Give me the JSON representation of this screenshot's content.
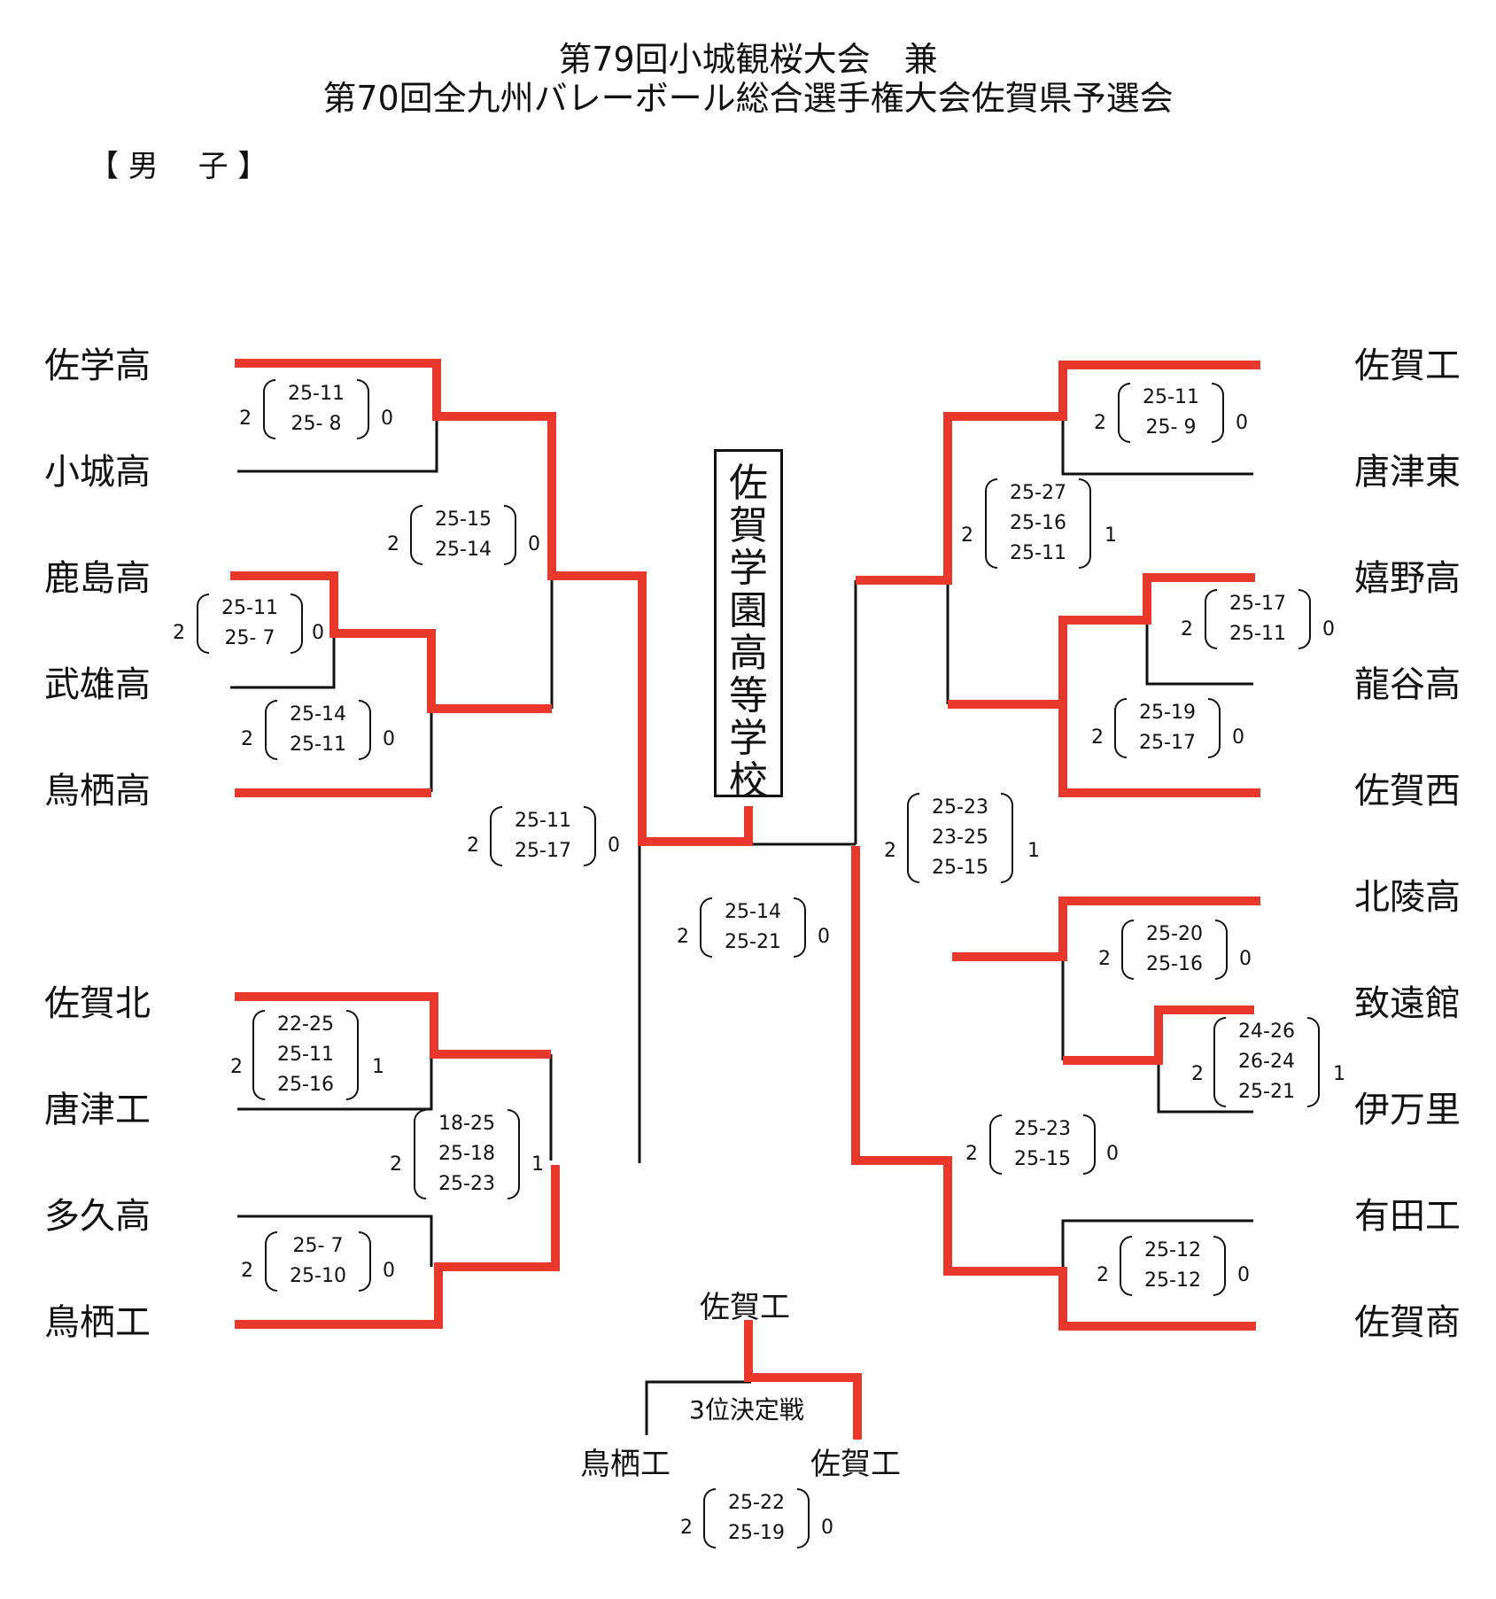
{
  "title_line1": "第79回小城観桜大会　兼",
  "title_line2": "第70回全九州バレーボール総合選手権大会佐賀県予選会",
  "section": "【 男　 子 】",
  "champion": [
    "佐",
    "賀",
    "学",
    "園",
    "高",
    "等",
    "学",
    "校"
  ],
  "teams_left": [
    "佐学高",
    "小城高",
    "鹿島高",
    "武雄高",
    "鳥栖高",
    "佐賀北",
    "唐津工",
    "多久高",
    "鳥栖工"
  ],
  "teams_right": [
    "佐賀工",
    "唐津東",
    "嬉野高",
    "龍谷高",
    "佐賀西",
    "北陵高",
    "致遠館",
    "伊万里",
    "有田工",
    "佐賀商"
  ],
  "matches": [
    {
      "w": "2",
      "l": "0",
      "sets": [
        "25-11",
        "25- 8"
      ]
    },
    {
      "w": "2",
      "l": "0",
      "sets": [
        "25-11",
        "25- 7"
      ]
    },
    {
      "w": "2",
      "l": "0",
      "sets": [
        "25-14",
        "25-11"
      ]
    },
    {
      "w": "2",
      "l": "0",
      "sets": [
        "25-15",
        "25-14"
      ]
    },
    {
      "w": "2",
      "l": "0",
      "sets": [
        "25-11",
        "25-17"
      ]
    },
    {
      "w": "2",
      "l": "1",
      "sets": [
        "22-25",
        "25-11",
        "25-16"
      ]
    },
    {
      "w": "2",
      "l": "0",
      "sets": [
        "25- 7",
        "25-10"
      ]
    },
    {
      "w": "2",
      "l": "1",
      "sets": [
        "18-25",
        "25-18",
        "25-23"
      ]
    },
    {
      "w": "2",
      "l": "0",
      "sets": [
        "25-14",
        "25-21"
      ]
    },
    {
      "w": "2",
      "l": "0",
      "sets": [
        "25-11",
        "25- 9"
      ]
    },
    {
      "w": "2",
      "l": "1",
      "sets": [
        "25-27",
        "25-16",
        "25-11"
      ]
    },
    {
      "w": "2",
      "l": "0",
      "sets": [
        "25-17",
        "25-11"
      ]
    },
    {
      "w": "2",
      "l": "0",
      "sets": [
        "25-19",
        "25-17"
      ]
    },
    {
      "w": "2",
      "l": "1",
      "sets": [
        "25-23",
        "23-25",
        "25-15"
      ]
    },
    {
      "w": "2",
      "l": "0",
      "sets": [
        "25-20",
        "25-16"
      ]
    },
    {
      "w": "2",
      "l": "1",
      "sets": [
        "24-26",
        "26-24",
        "25-21"
      ]
    },
    {
      "w": "2",
      "l": "0",
      "sets": [
        "25-23",
        "25-15"
      ]
    },
    {
      "w": "2",
      "l": "0",
      "sets": [
        "25-12",
        "25-12"
      ]
    },
    {
      "w": "2",
      "l": "0",
      "sets": [
        "25-22",
        "25-19"
      ]
    }
  ],
  "third_place": {
    "label": "3位決定戦",
    "winner": "佐賀工",
    "left": "鳥栖工",
    "right": "佐賀工"
  },
  "colors": {
    "win_line": "#e8382c",
    "line": "#111111"
  }
}
